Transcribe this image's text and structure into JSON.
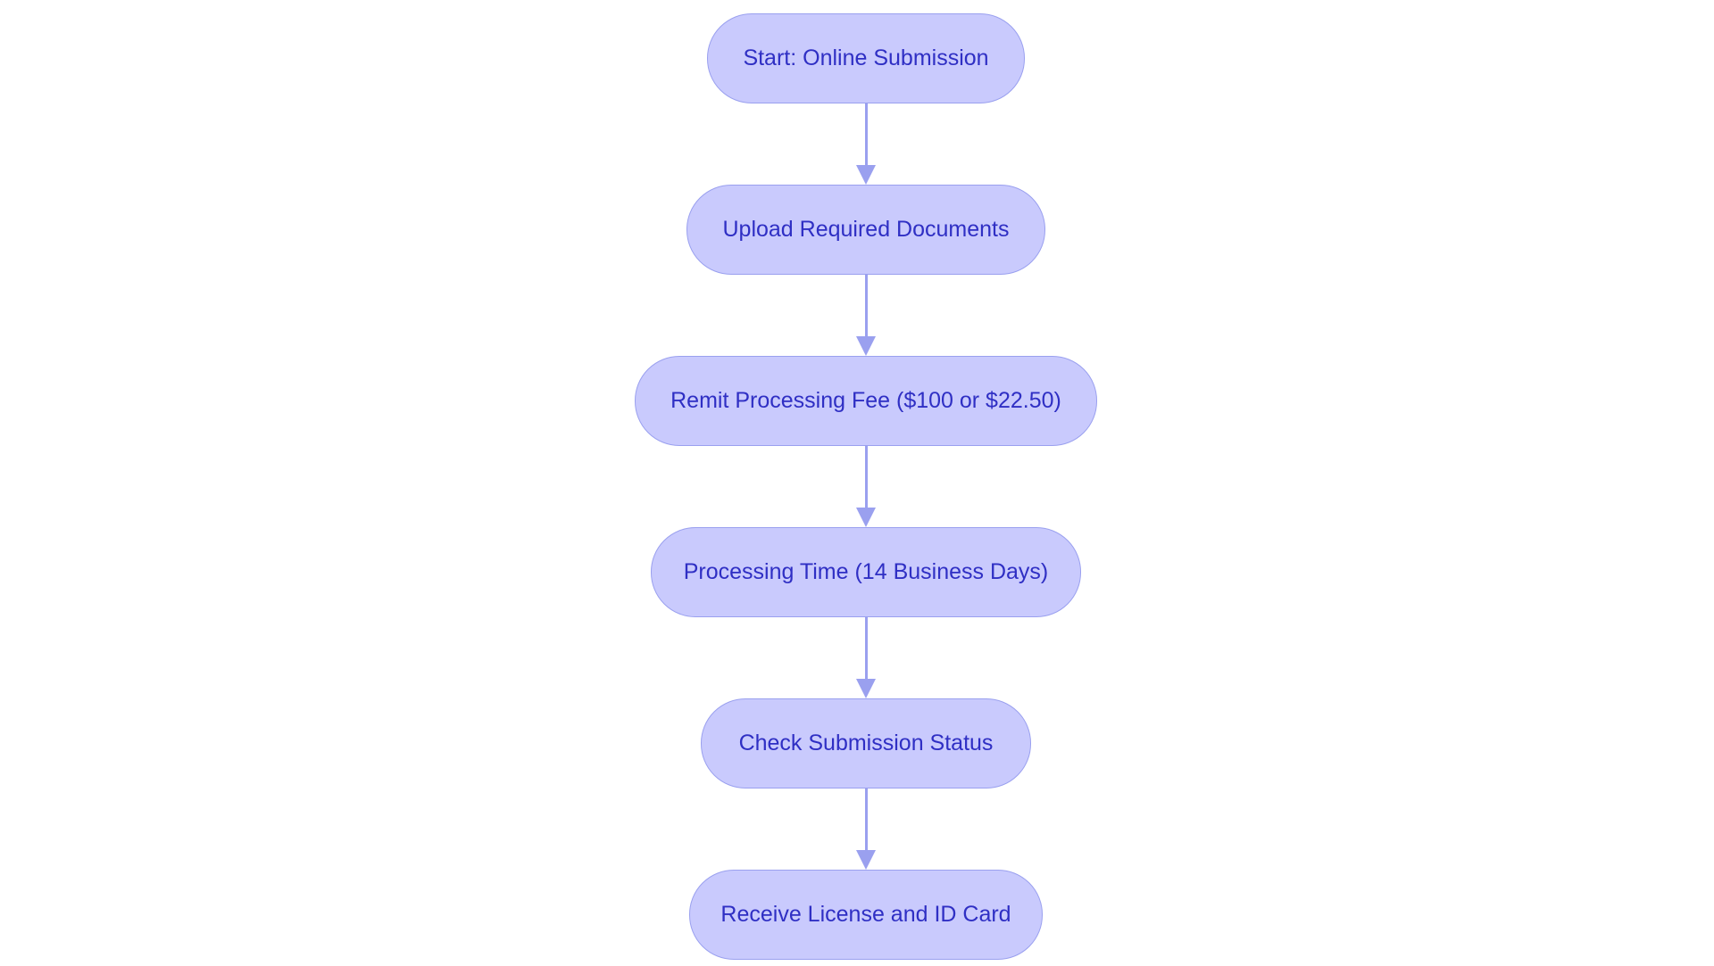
{
  "colors": {
    "node_fill": "#c9cafd",
    "node_border": "#9aa0ef",
    "node_text": "#2f2fc4",
    "connector": "#9aa0ef",
    "background": "#ffffff"
  },
  "flowchart": {
    "nodes": [
      {
        "id": "start",
        "label": "Start: Online Submission"
      },
      {
        "id": "upload",
        "label": "Upload Required Documents"
      },
      {
        "id": "fee",
        "label": "Remit Processing Fee ($100 or $22.50)"
      },
      {
        "id": "processing",
        "label": "Processing Time (14 Business Days)"
      },
      {
        "id": "status",
        "label": "Check Submission Status"
      },
      {
        "id": "receive",
        "label": "Receive License and ID Card"
      }
    ],
    "edges": [
      {
        "from": "start",
        "to": "upload"
      },
      {
        "from": "upload",
        "to": "fee"
      },
      {
        "from": "fee",
        "to": "processing"
      },
      {
        "from": "processing",
        "to": "status"
      },
      {
        "from": "status",
        "to": "receive"
      }
    ]
  }
}
